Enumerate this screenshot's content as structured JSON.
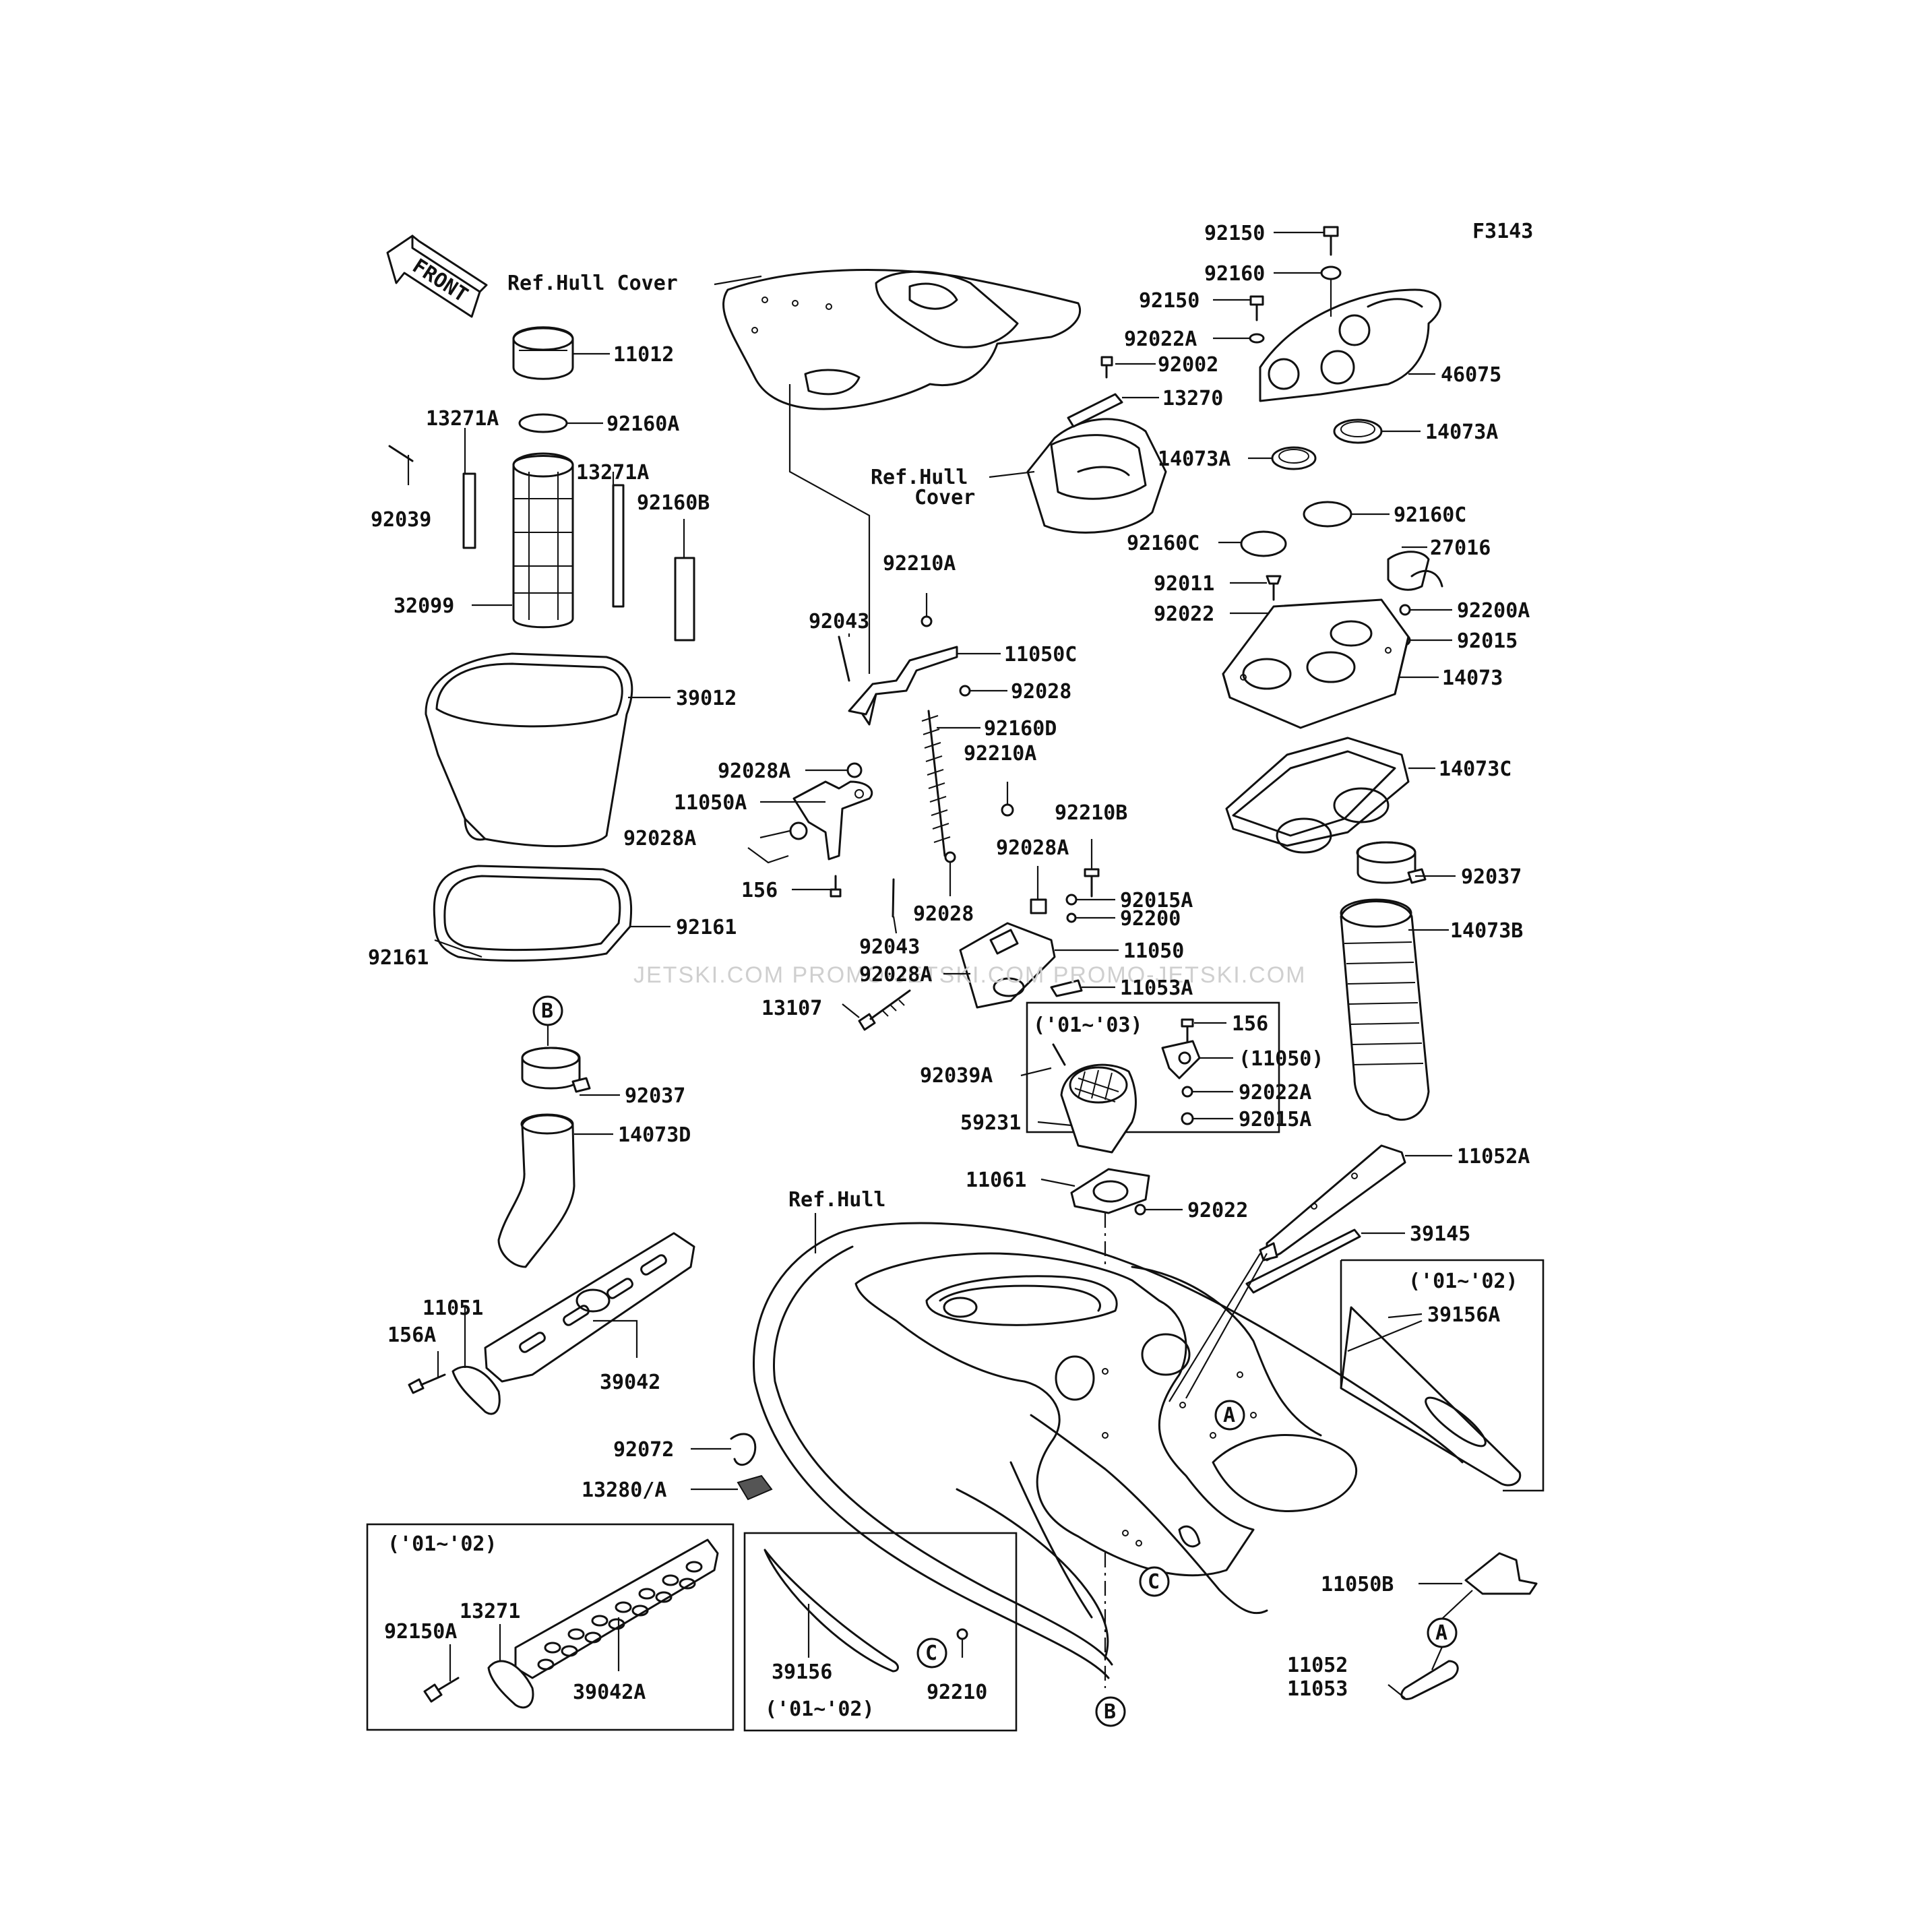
{
  "figure_code": "F3143",
  "front_tag": "FRONT",
  "watermark": "JETSKI.COM  PROMO-JETSKI.COM  PROMO-JETSKI.COM",
  "ref_labels": {
    "hull_cover_top": "Ref.Hull Cover",
    "hull_cover_mid_1": "Ref.Hull",
    "hull_cover_mid_2": "Cover",
    "hull": "Ref.Hull"
  },
  "markers": {
    "A": "A",
    "B": "B",
    "C": "C"
  },
  "inset_years": {
    "y01_03": "('01~'03)",
    "y01_02": "('01~'02)"
  },
  "labels": [
    "92150",
    "92160",
    "92150",
    "92022A",
    "92002",
    "13270",
    "46075",
    "14073A",
    "14073A",
    "92160C",
    "92160C",
    "27016",
    "92011",
    "92022",
    "92200A",
    "92015",
    "14073",
    "14073C",
    "92037",
    "14073B",
    "11012",
    "92160A",
    "13271A",
    "13271A",
    "92039",
    "92160B",
    "32099",
    "39012",
    "92161",
    "92161",
    "92210A",
    "92043",
    "11050C",
    "92028",
    "92160D",
    "92210A",
    "92028A",
    "11050A",
    "92028A",
    "92210B",
    "92028A",
    "156",
    "92015A",
    "92200",
    "92043",
    "92028",
    "11050",
    "92028A",
    "11053A",
    "13107",
    "156",
    "(11050)",
    "92022A",
    "92015A",
    "92039A",
    "59231",
    "11061",
    "92022",
    "11052A",
    "39145",
    "39156A",
    "92037",
    "14073D",
    "11051",
    "156A",
    "39042",
    "92072",
    "13280/A",
    "13271",
    "92150A",
    "39042A",
    "39156",
    "92210",
    "11050B",
    "11052",
    "11053"
  ]
}
